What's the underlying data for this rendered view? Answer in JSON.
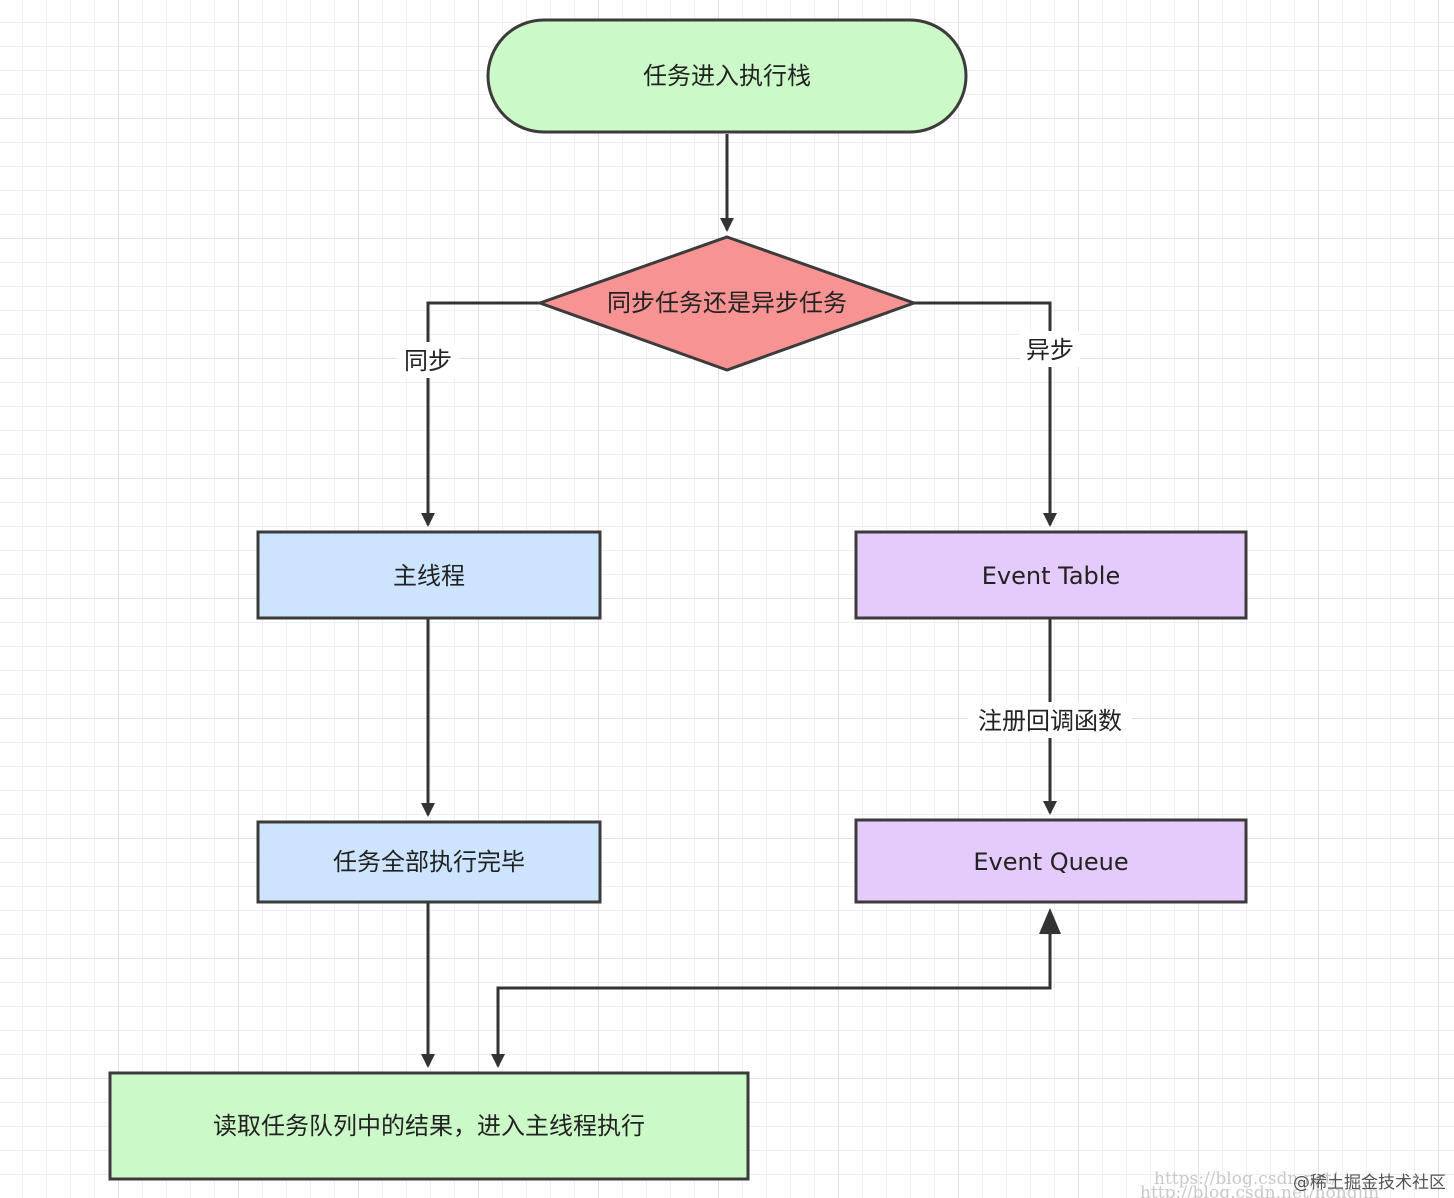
{
  "nodes": {
    "start": {
      "label": "任务进入执行栈",
      "fill": "#ccf9c8"
    },
    "decision": {
      "label": "同步任务还是异步任务",
      "fill": "#f79393"
    },
    "main_thread": {
      "label": "主线程",
      "fill": "#cce4fd"
    },
    "event_table": {
      "label": "Event Table",
      "fill": "#e5cbfb"
    },
    "tasks_done": {
      "label": "任务全部执行完毕",
      "fill": "#cce4fd"
    },
    "event_queue": {
      "label": "Event Queue",
      "fill": "#e5cbfb"
    },
    "read_queue": {
      "label": "读取任务队列中的结果，进入主线程执行",
      "fill": "#ccf9c8"
    }
  },
  "edges": {
    "sync_label": "同步",
    "async_label": "异步",
    "register_label": "注册回调函数"
  },
  "colors": {
    "stroke": "#3b3b3b",
    "arrow": "#333333"
  },
  "watermark": {
    "url_text": "https://blog.csdn.net/",
    "url_text_2": "http://blog.csdn.net/hongjin",
    "credit": "@稀土掘金技术社区"
  }
}
